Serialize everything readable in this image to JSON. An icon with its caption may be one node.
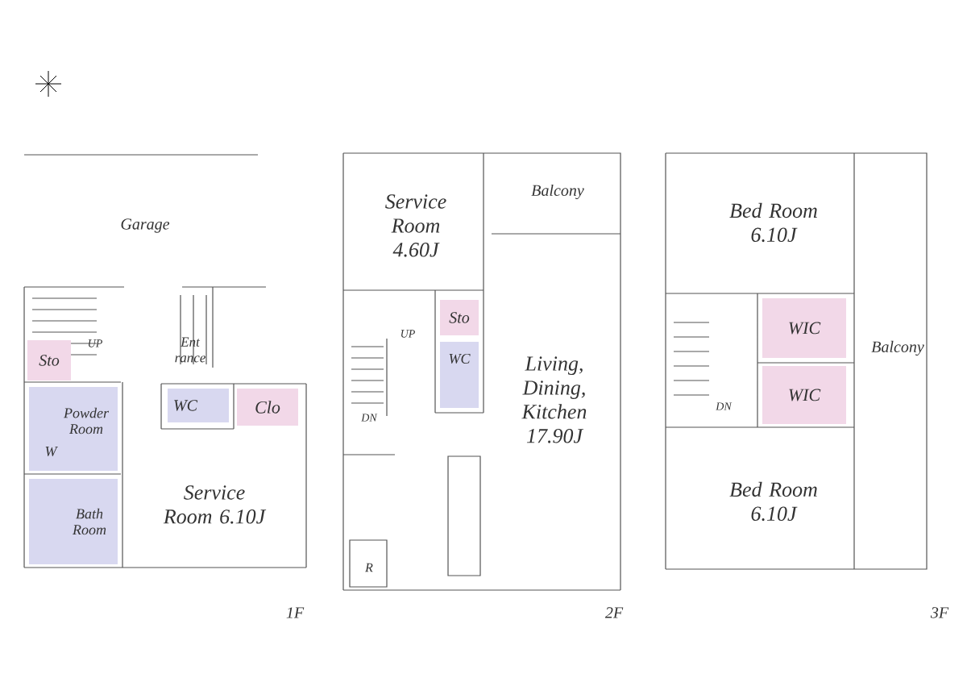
{
  "diagram": {
    "nodes": [
      {
        "text": [
          "Sto"
        ]
      },
      {
        "text": [
          "Powder Room",
          "W"
        ]
      },
      {
        "text": [
          "Bath Room"
        ]
      },
      {
        "text": [
          "WC"
        ]
      },
      {
        "text": [
          "Clo"
        ]
      },
      {
        "text": [
          "Sto"
        ]
      },
      {
        "text": [
          "WC"
        ]
      },
      {
        "text": [
          "WIC"
        ]
      },
      {
        "text": [
          "WIC"
        ]
      }
    ],
    "labels": [
      "Garage",
      "Ent rance",
      "UP",
      "Service Room 6.10J",
      "1F",
      "Service Room 4.60J",
      "Balcony",
      "UP",
      "Living, Dining, Kitchen 17.90J",
      "DN",
      "R",
      "2F",
      "Bed Room 6.10J",
      "Balcony",
      "DN",
      "Bed Room 6.10J",
      "3F"
    ]
  }
}
